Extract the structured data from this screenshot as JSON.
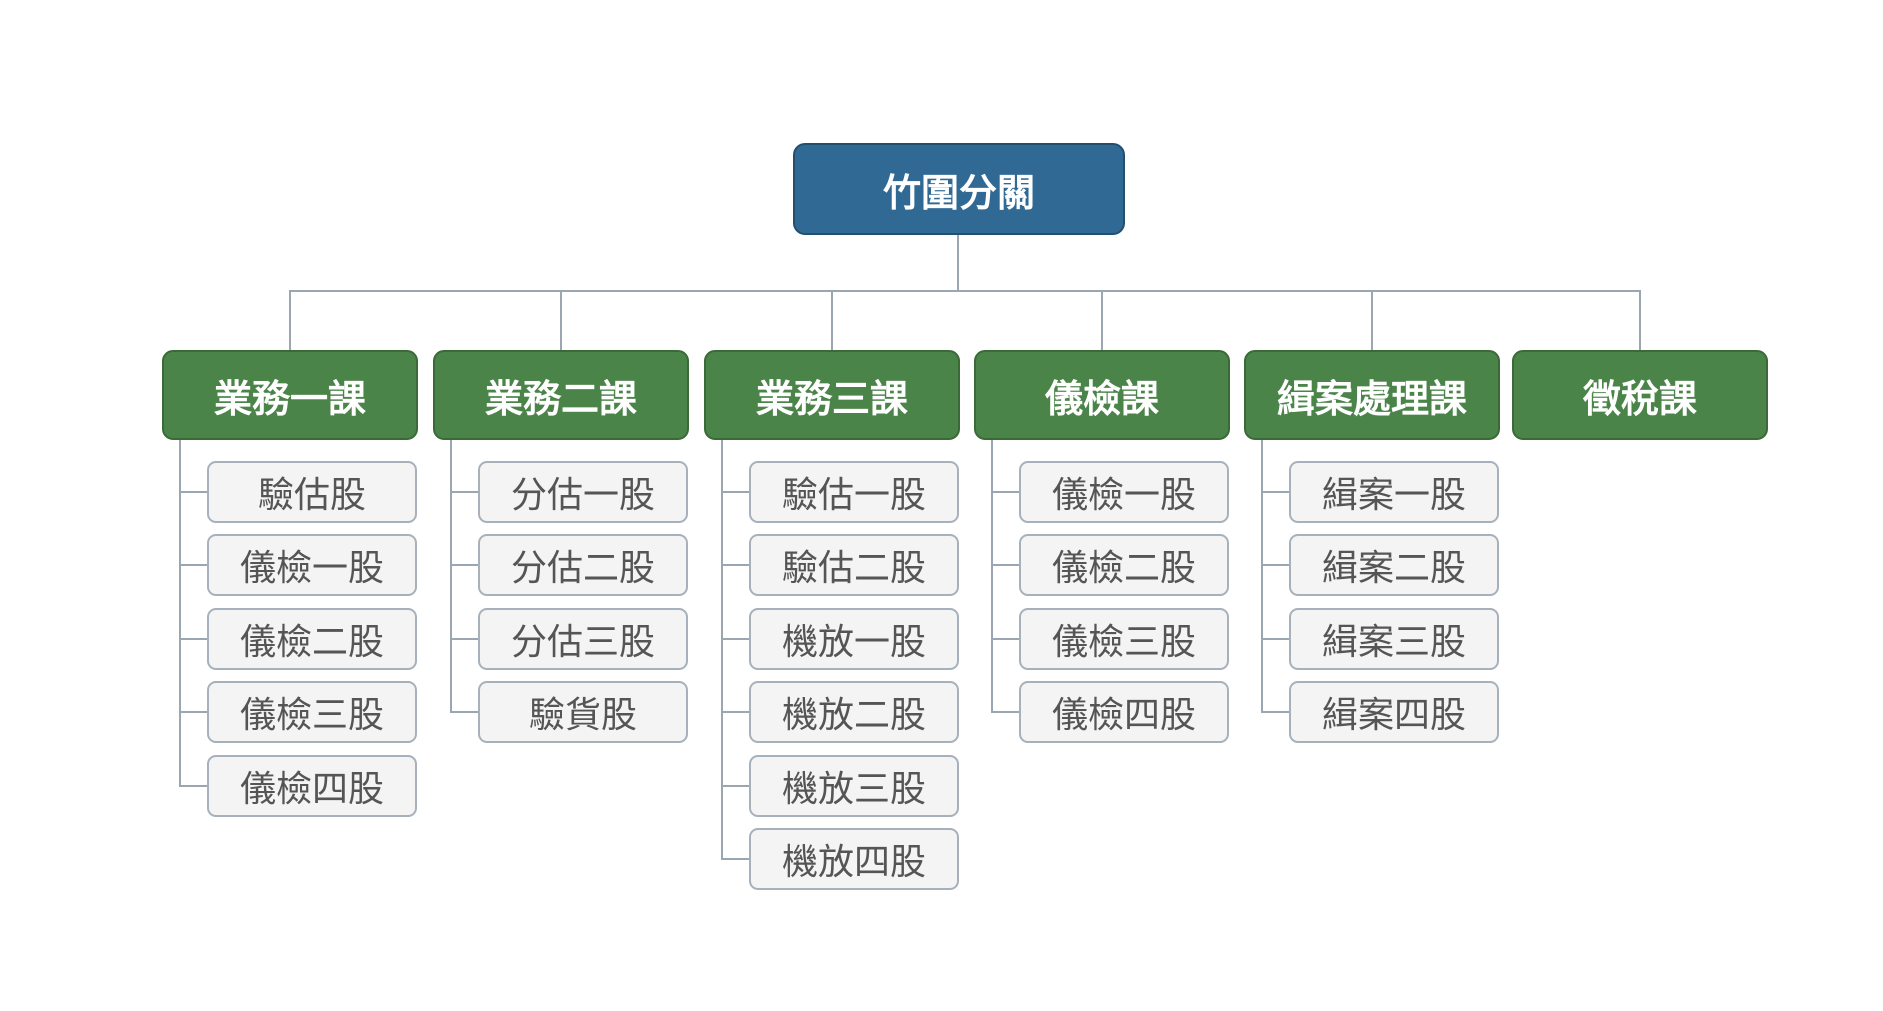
{
  "org_chart": {
    "root": {
      "label": "竹圍分關"
    },
    "sections": [
      {
        "label": "業務一課",
        "units": [
          "驗估股",
          "儀檢一股",
          "儀檢二股",
          "儀檢三股",
          "儀檢四股"
        ]
      },
      {
        "label": "業務二課",
        "units": [
          "分估一股",
          "分估二股",
          "分估三股",
          "驗貨股"
        ]
      },
      {
        "label": "業務三課",
        "units": [
          "驗估一股",
          "驗估二股",
          "機放一股",
          "機放二股",
          "機放三股",
          "機放四股"
        ]
      },
      {
        "label": "儀檢課",
        "units": [
          "儀檢一股",
          "儀檢二股",
          "儀檢三股",
          "儀檢四股"
        ]
      },
      {
        "label": "緝案處理課",
        "units": [
          "緝案一股",
          "緝案二股",
          "緝案三股",
          "緝案四股"
        ]
      },
      {
        "label": "徵稅課",
        "units": []
      }
    ],
    "colors": {
      "root_fill": "#306a94",
      "section_fill": "#4a8448",
      "unit_fill": "#f4f4f4",
      "unit_border": "#a7b1bb",
      "connector": "#9aa7b3"
    }
  }
}
